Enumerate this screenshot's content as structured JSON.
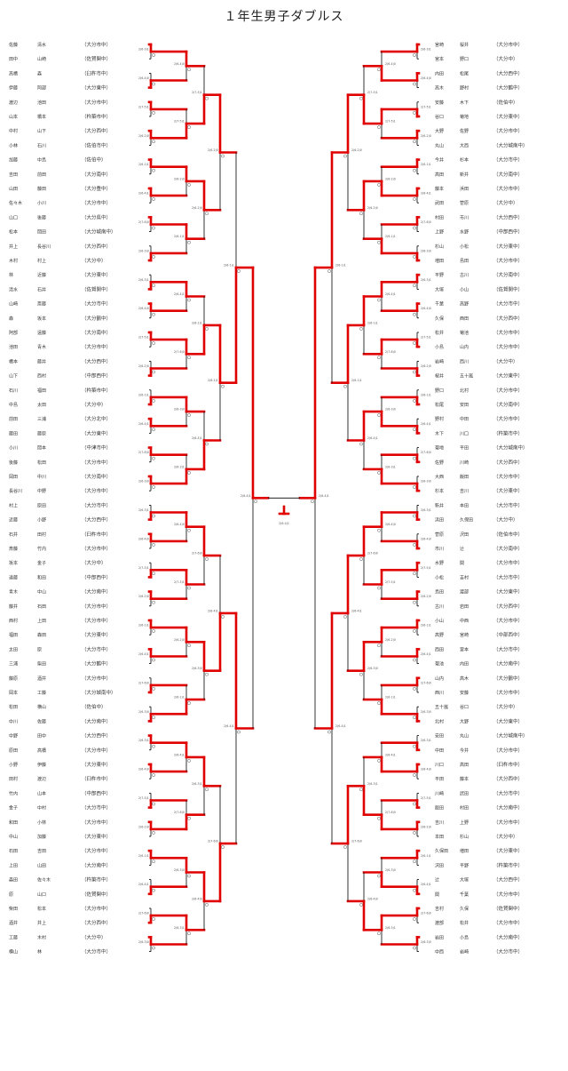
{
  "title": "１年生男子ダブルス",
  "colors": {
    "winner_line": "#e00000",
    "bracket_line": "#000000",
    "text": "#333333"
  },
  "clubs_left": [
    "大分市中",
    "佐賀関中",
    "臼杵市中",
    "大分東中",
    "大分市中",
    "杵築市中",
    "大分西中",
    "佐伯市中",
    "佐伯中",
    "大分南中",
    "大分豊中",
    "大分市中",
    "大分県中",
    "大分城南中",
    "大分西中",
    "大分中",
    "大分東中",
    "佐賀関中",
    "大分市中",
    "大分鶴中",
    "大分南中",
    "大分市中",
    "大分西中",
    "中部西中",
    "杵築市中",
    "大分中",
    "大分北中",
    "大分東中",
    "中津市中",
    "大分市中",
    "大分南中",
    "大分市中",
    "大分市中",
    "大分西中",
    "臼杵市中",
    "大分市中",
    "大分中",
    "中部西中",
    "大分南中",
    "大分市中",
    "大分市中",
    "大分東中",
    "大分市中",
    "大分鶴中",
    "大分市中",
    "大分城南中",
    "佐伯中",
    "大分南中",
    "大分西中",
    "大分市中",
    "大分東中",
    "臼杵市中",
    "中部西中",
    "大分市中",
    "大分市中",
    "大分東中",
    "大分市中",
    "大分南中",
    "杵築市中",
    "佐賀関中",
    "大分市中",
    "大分西中",
    "大分中",
    "大分市中"
  ],
  "clubs_right": [
    "大分市中",
    "大分中",
    "大分西中",
    "大分鶴中",
    "佐伯中",
    "大分東中",
    "大分市中",
    "大分城南中",
    "大分市中",
    "大分南中",
    "大分市中",
    "大分中",
    "大分西中",
    "中部西中",
    "大分東中",
    "大分市中",
    "大分南中",
    "佐賀関中",
    "大分市中",
    "大分西中",
    "大分市中",
    "大分市中",
    "大分中",
    "大分東中",
    "大分市中",
    "大分南中",
    "大分市中",
    "杵築市中",
    "大分城南中",
    "大分西中",
    "大分市中",
    "大分東中",
    "大分市中",
    "大分中",
    "佐伯市中",
    "大分南中",
    "大分市中",
    "大分市中",
    "大分東中",
    "大分西中",
    "大分市中",
    "中部西中",
    "大分市中",
    "大分南中",
    "大分鶴中",
    "大分市中",
    "大分中",
    "大分東中",
    "大分城南中",
    "大分市中",
    "臼杵市中",
    "大分西中",
    "大分市中",
    "大分南中",
    "大分市中",
    "大分中",
    "大分東中",
    "杵築市中",
    "大分西中",
    "大分市中",
    "佐賀関中",
    "大分市中",
    "大分南中",
    "大分市中"
  ],
  "names_left": [
    "佐藤",
    "田中",
    "高橋",
    "伊藤",
    "渡辺",
    "山本",
    "中村",
    "小林",
    "加藤",
    "吉田",
    "山田",
    "佐々木",
    "山口",
    "松本",
    "井上",
    "木村",
    "林",
    "清水",
    "山崎",
    "森",
    "阿部",
    "池田",
    "橋本",
    "山下",
    "石川",
    "中島",
    "前田",
    "藤田",
    "小川",
    "後藤",
    "岡田",
    "長谷川",
    "村上",
    "近藤",
    "石井",
    "斎藤",
    "坂本",
    "遠藤",
    "青木",
    "藤井",
    "西村",
    "福田",
    "太田",
    "三浦",
    "藤原",
    "岡本",
    "松田",
    "中川",
    "中野",
    "原田",
    "小野",
    "田村",
    "竹内",
    "金子",
    "和田",
    "中山",
    "石田",
    "上田",
    "森田",
    "原",
    "柴田",
    "酒井",
    "工藤",
    "横山"
  ],
  "names_right": [
    "宮崎",
    "宮本",
    "内田",
    "高木",
    "安藤",
    "谷口",
    "大野",
    "丸山",
    "今井",
    "高田",
    "藤本",
    "武田",
    "村田",
    "上野",
    "杉山",
    "増田",
    "平野",
    "大塚",
    "千葉",
    "久保",
    "松井",
    "小島",
    "岩崎",
    "桜井",
    "野口",
    "松尾",
    "野村",
    "木下",
    "菊地",
    "佐野",
    "大西",
    "杉本",
    "新井",
    "浜田",
    "菅原",
    "市川",
    "水野",
    "小松",
    "島田",
    "古川",
    "小山",
    "高野",
    "西田",
    "菊池",
    "山内",
    "西川",
    "五十嵐",
    "北村",
    "安田",
    "中田",
    "川口",
    "平田",
    "川崎",
    "飯田",
    "吉川",
    "本田",
    "久保田",
    "沢田",
    "辻",
    "関",
    "吉村",
    "渡部",
    "岩田",
    "中西"
  ],
  "scores": [
    "2(6-3)1",
    "2(6-4)0",
    "2(7-5)1",
    "2(6-2)0",
    "2(6-1)1",
    "2(6-4)1",
    "2(7-6)0",
    "2(6-3)0"
  ],
  "final_score": "2(6-4)1"
}
